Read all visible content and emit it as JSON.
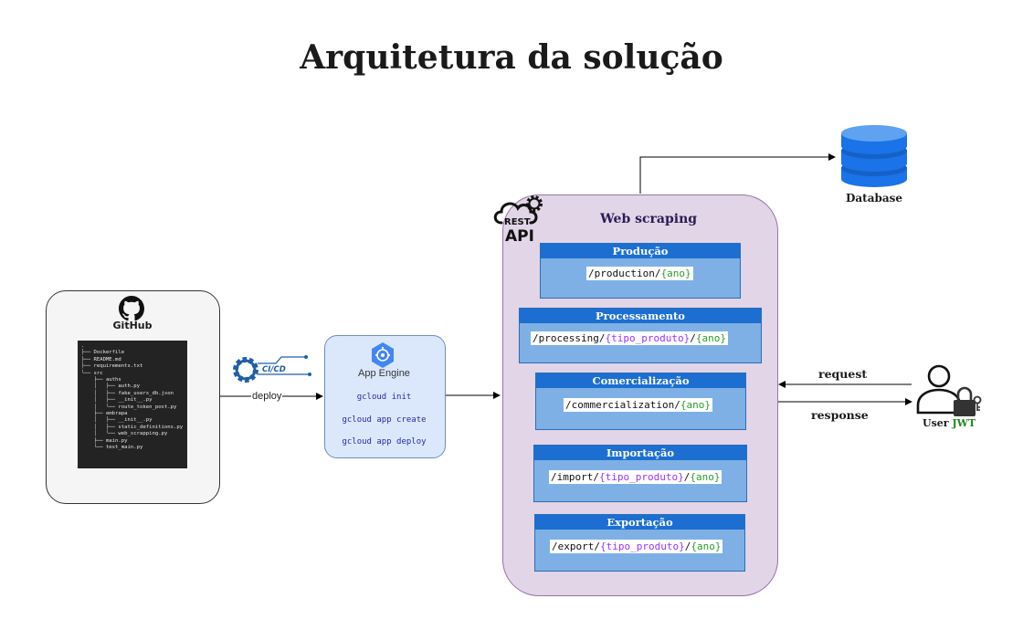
{
  "title": "Arquitetura da solução",
  "github": {
    "label": "GitHub",
    "tree": ".\n├── Dockerfile\n├── README.md\n├── requirements.txt\n└── src\n    ├── auths\n    │   ├── auth.py\n    │   ├── fake_users_db.json\n    │   ├── __init__.py\n    │   └── route_token_post.py\n    ├── embrapa\n    │   ├── __init__.py\n    │   ├── static_definitions.py\n    │   └── web_scrapping.py\n    ├── main.py\n    └── test_main.py"
  },
  "cicd": {
    "label": "CI/CD"
  },
  "deploy_label": "deploy",
  "app_engine": {
    "title": "App Engine",
    "commands": [
      "gcloud init",
      "gcloud app create",
      "gcloud app deploy"
    ]
  },
  "web_scraping": {
    "title": "Web scraping",
    "rest_top": "REST",
    "rest_bottom": "API",
    "endpoints": [
      {
        "title": "Produção",
        "prefix": "/production/",
        "tipo": "",
        "sep": "",
        "ano": "{ano}"
      },
      {
        "title": "Processamento",
        "prefix": "/processing/",
        "tipo": "{tipo_produto}",
        "sep": "/",
        "ano": "{ano}"
      },
      {
        "title": "Comercialização",
        "prefix": "/commercialization/",
        "tipo": "",
        "sep": "",
        "ano": "{ano}"
      },
      {
        "title": "Importação",
        "prefix": "/import/",
        "tipo": "{tipo_produto}",
        "sep": "/",
        "ano": "{ano}"
      },
      {
        "title": "Exportação",
        "prefix": "/export/",
        "tipo": "{tipo_produto}",
        "sep": "/",
        "ano": "{ano}"
      }
    ]
  },
  "database": {
    "label": "Database"
  },
  "request_label": "request",
  "response_label": "response",
  "user": {
    "label": "User",
    "jwt": "JWT"
  },
  "colors": {
    "endpoint_header": "#1c6fd0",
    "endpoint_body": "#7eb0e5",
    "tipo_produto": "#9933ff",
    "ano": "#2a9d2a",
    "container": "#e1d5e7",
    "app_engine": "#dbe8fc",
    "database": "#1a73e8"
  }
}
